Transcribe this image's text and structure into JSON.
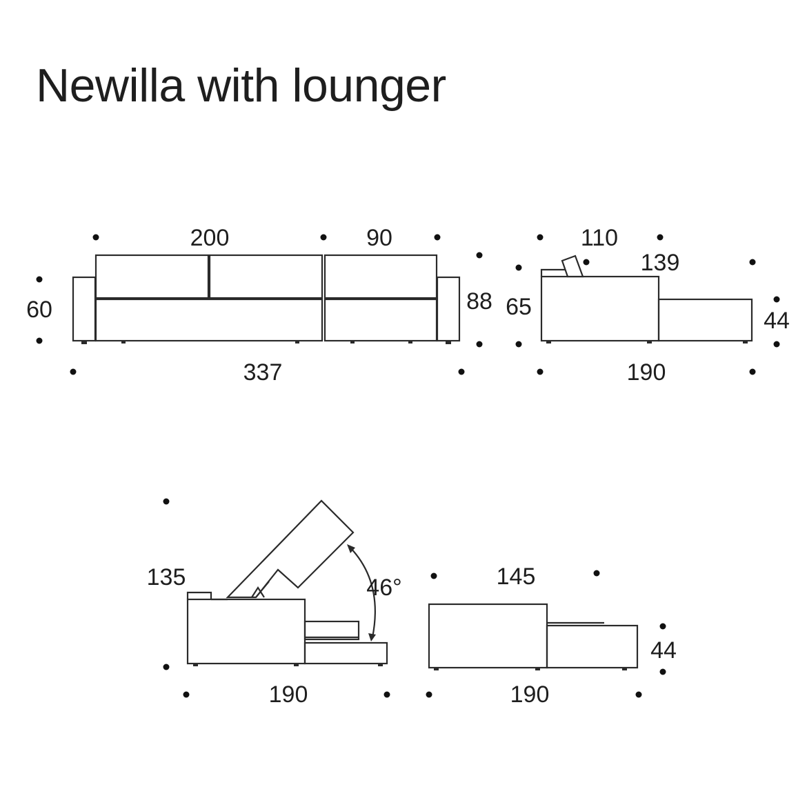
{
  "title": "Newilla with lounger",
  "front_view": {
    "seat_width": "200",
    "lounger_width": "90",
    "seat_height": "60",
    "back_height": "88",
    "total_width": "337"
  },
  "side_view": {
    "seat_depth": "110",
    "lounger_depth": "139",
    "back_height": "65",
    "lounger_height": "44",
    "total_depth": "190"
  },
  "open_view": {
    "open_height": "135",
    "angle": "46°",
    "total_depth": "190"
  },
  "bed_view": {
    "bed_width": "145",
    "bed_height": "44",
    "total_depth": "190"
  }
}
